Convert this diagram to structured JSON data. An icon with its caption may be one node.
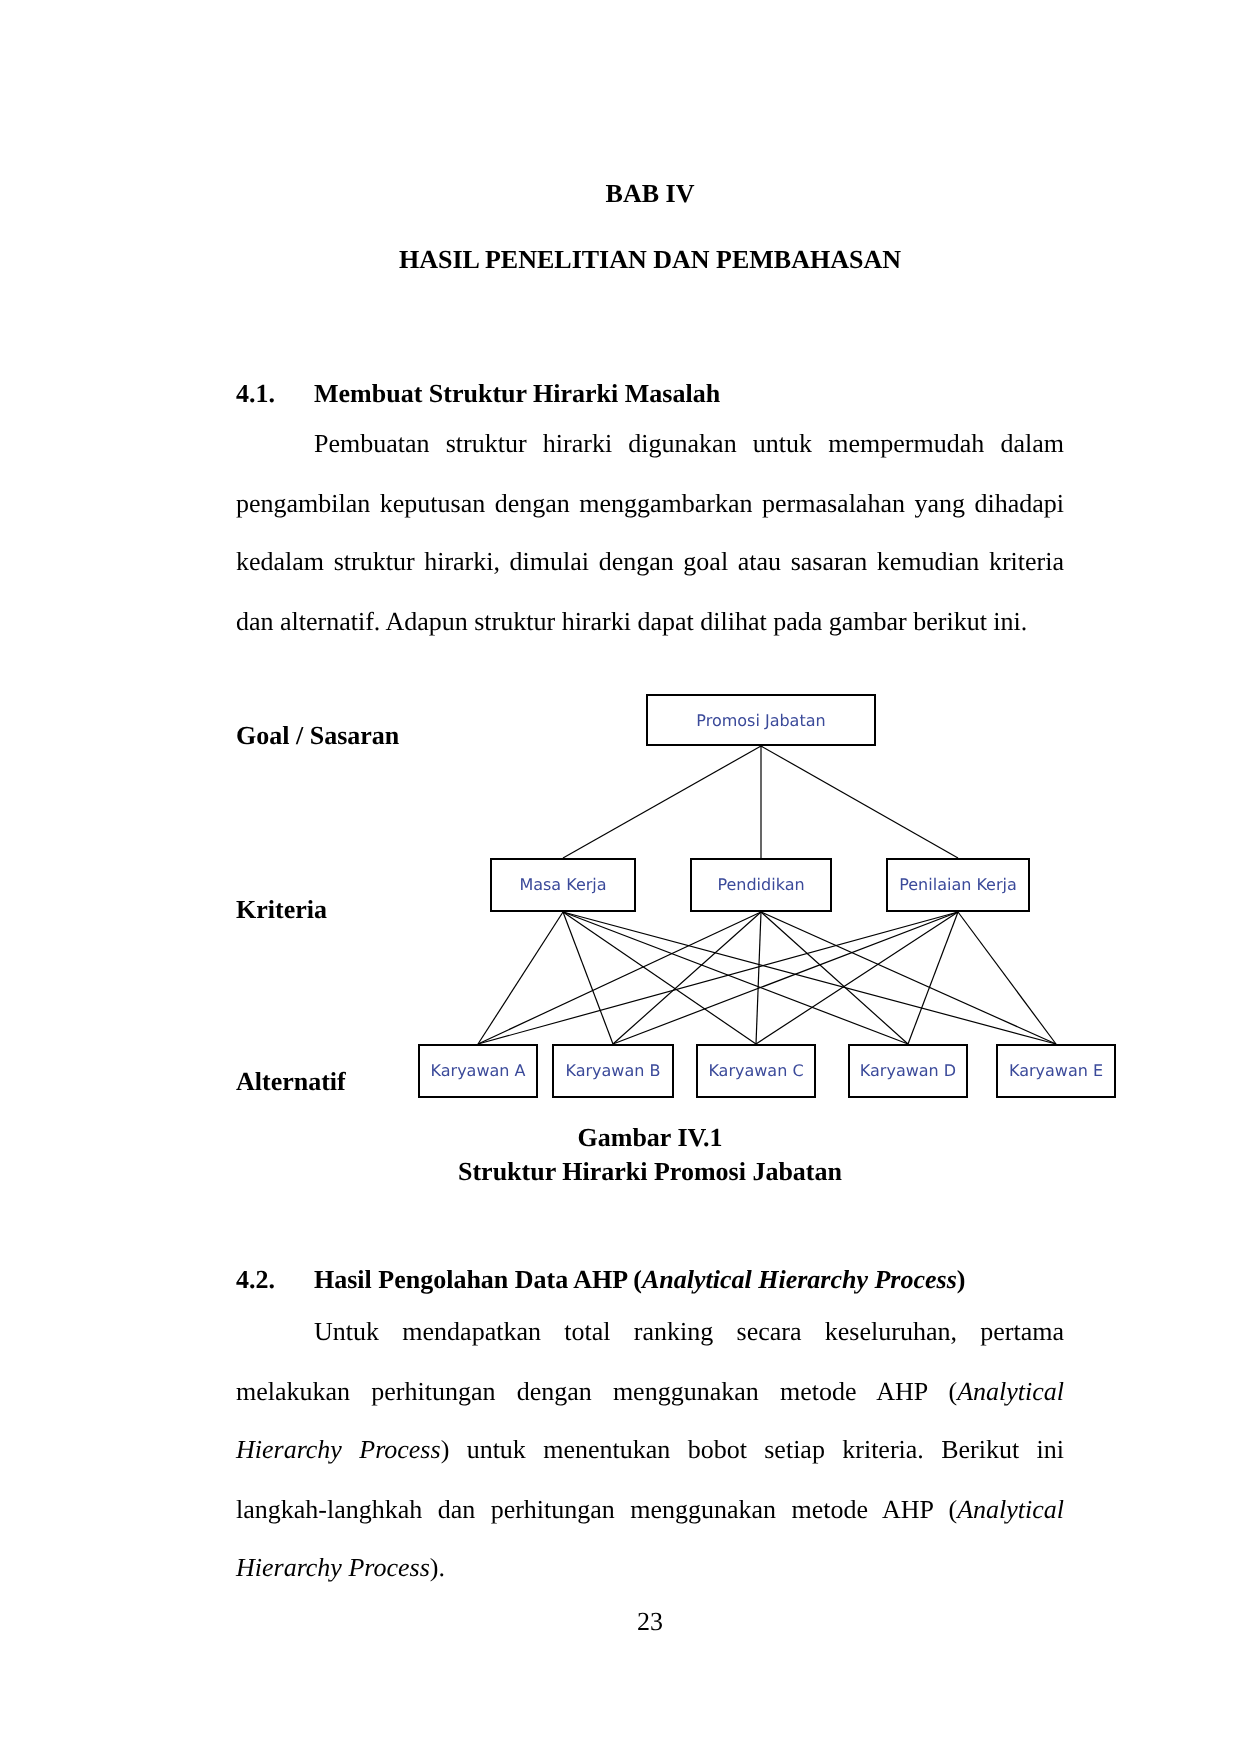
{
  "diagram": {
    "nodes": [
      {
        "text": [
          "Promosi Jabatan"
        ]
      },
      {
        "text": [
          "Masa Kerja"
        ]
      },
      {
        "text": [
          "Pendidikan"
        ]
      },
      {
        "text": [
          "Penilaian Kerja"
        ]
      },
      {
        "text": [
          "Karyawan A"
        ]
      },
      {
        "text": [
          "Karyawan B"
        ]
      },
      {
        "text": [
          "Karyawan C"
        ]
      },
      {
        "text": [
          "Karyawan D"
        ]
      },
      {
        "text": [
          "Karyawan E"
        ]
      }
    ],
    "edges": [
      {
        "from": 0,
        "to": 1,
        "arrow": "none"
      },
      {
        "from": 0,
        "to": 2,
        "arrow": "none"
      },
      {
        "from": 0,
        "to": 3,
        "arrow": "none"
      },
      {
        "from": 1,
        "to": 4,
        "arrow": "none"
      },
      {
        "from": 1,
        "to": 5,
        "arrow": "none"
      },
      {
        "from": 1,
        "to": 6,
        "arrow": "none"
      },
      {
        "from": 1,
        "to": 7,
        "arrow": "none"
      },
      {
        "from": 1,
        "to": 8,
        "arrow": "none"
      },
      {
        "from": 2,
        "to": 4,
        "arrow": "none"
      },
      {
        "from": 2,
        "to": 5,
        "arrow": "none"
      },
      {
        "from": 2,
        "to": 6,
        "arrow": "none"
      },
      {
        "from": 2,
        "to": 7,
        "arrow": "none"
      },
      {
        "from": 2,
        "to": 8,
        "arrow": "none"
      },
      {
        "from": 3,
        "to": 4,
        "arrow": "none"
      },
      {
        "from": 3,
        "to": 5,
        "arrow": "none"
      },
      {
        "from": 3,
        "to": 6,
        "arrow": "none"
      },
      {
        "from": 3,
        "to": 7,
        "arrow": "none"
      },
      {
        "from": 3,
        "to": 8,
        "arrow": "none"
      }
    ],
    "labels": [
      "BAB IV",
      "HASIL PENELITIAN DAN PEMBAHASAN",
      "4.1.",
      "Membuat Struktur Hirarki Masalah",
      "Pembuatan struktur hirarki digunakan untuk mempermudah dalam pengambilan keputusan dengan menggambarkan permasalahan yang dihadapi kedalam struktur hirarki, dimulai dengan goal atau sasaran kemudian kriteria dan alternatif. Adapun struktur hirarki dapat dilihat pada gambar berikut ini.",
      "Goal / Sasaran",
      "Kriteria",
      "Alternatif",
      "Gambar IV.1",
      "Struktur Hirarki Promosi Jabatan",
      "4.2.",
      "Hasil Pengolahan Data AHP (*Analytical Hierarchy Process*)",
      "Untuk mendapatkan total ranking secara keseluruhan, pertama melakukan perhitungan dengan menggunakan metode AHP (*Analytical Hierarchy Process*) untuk menentukan bobot setiap kriteria. Berikut ini langkah-langhkah dan perhitungan menggunakan metode AHP (*Analytical Hierarchy Process*).",
      "23"
    ]
  }
}
